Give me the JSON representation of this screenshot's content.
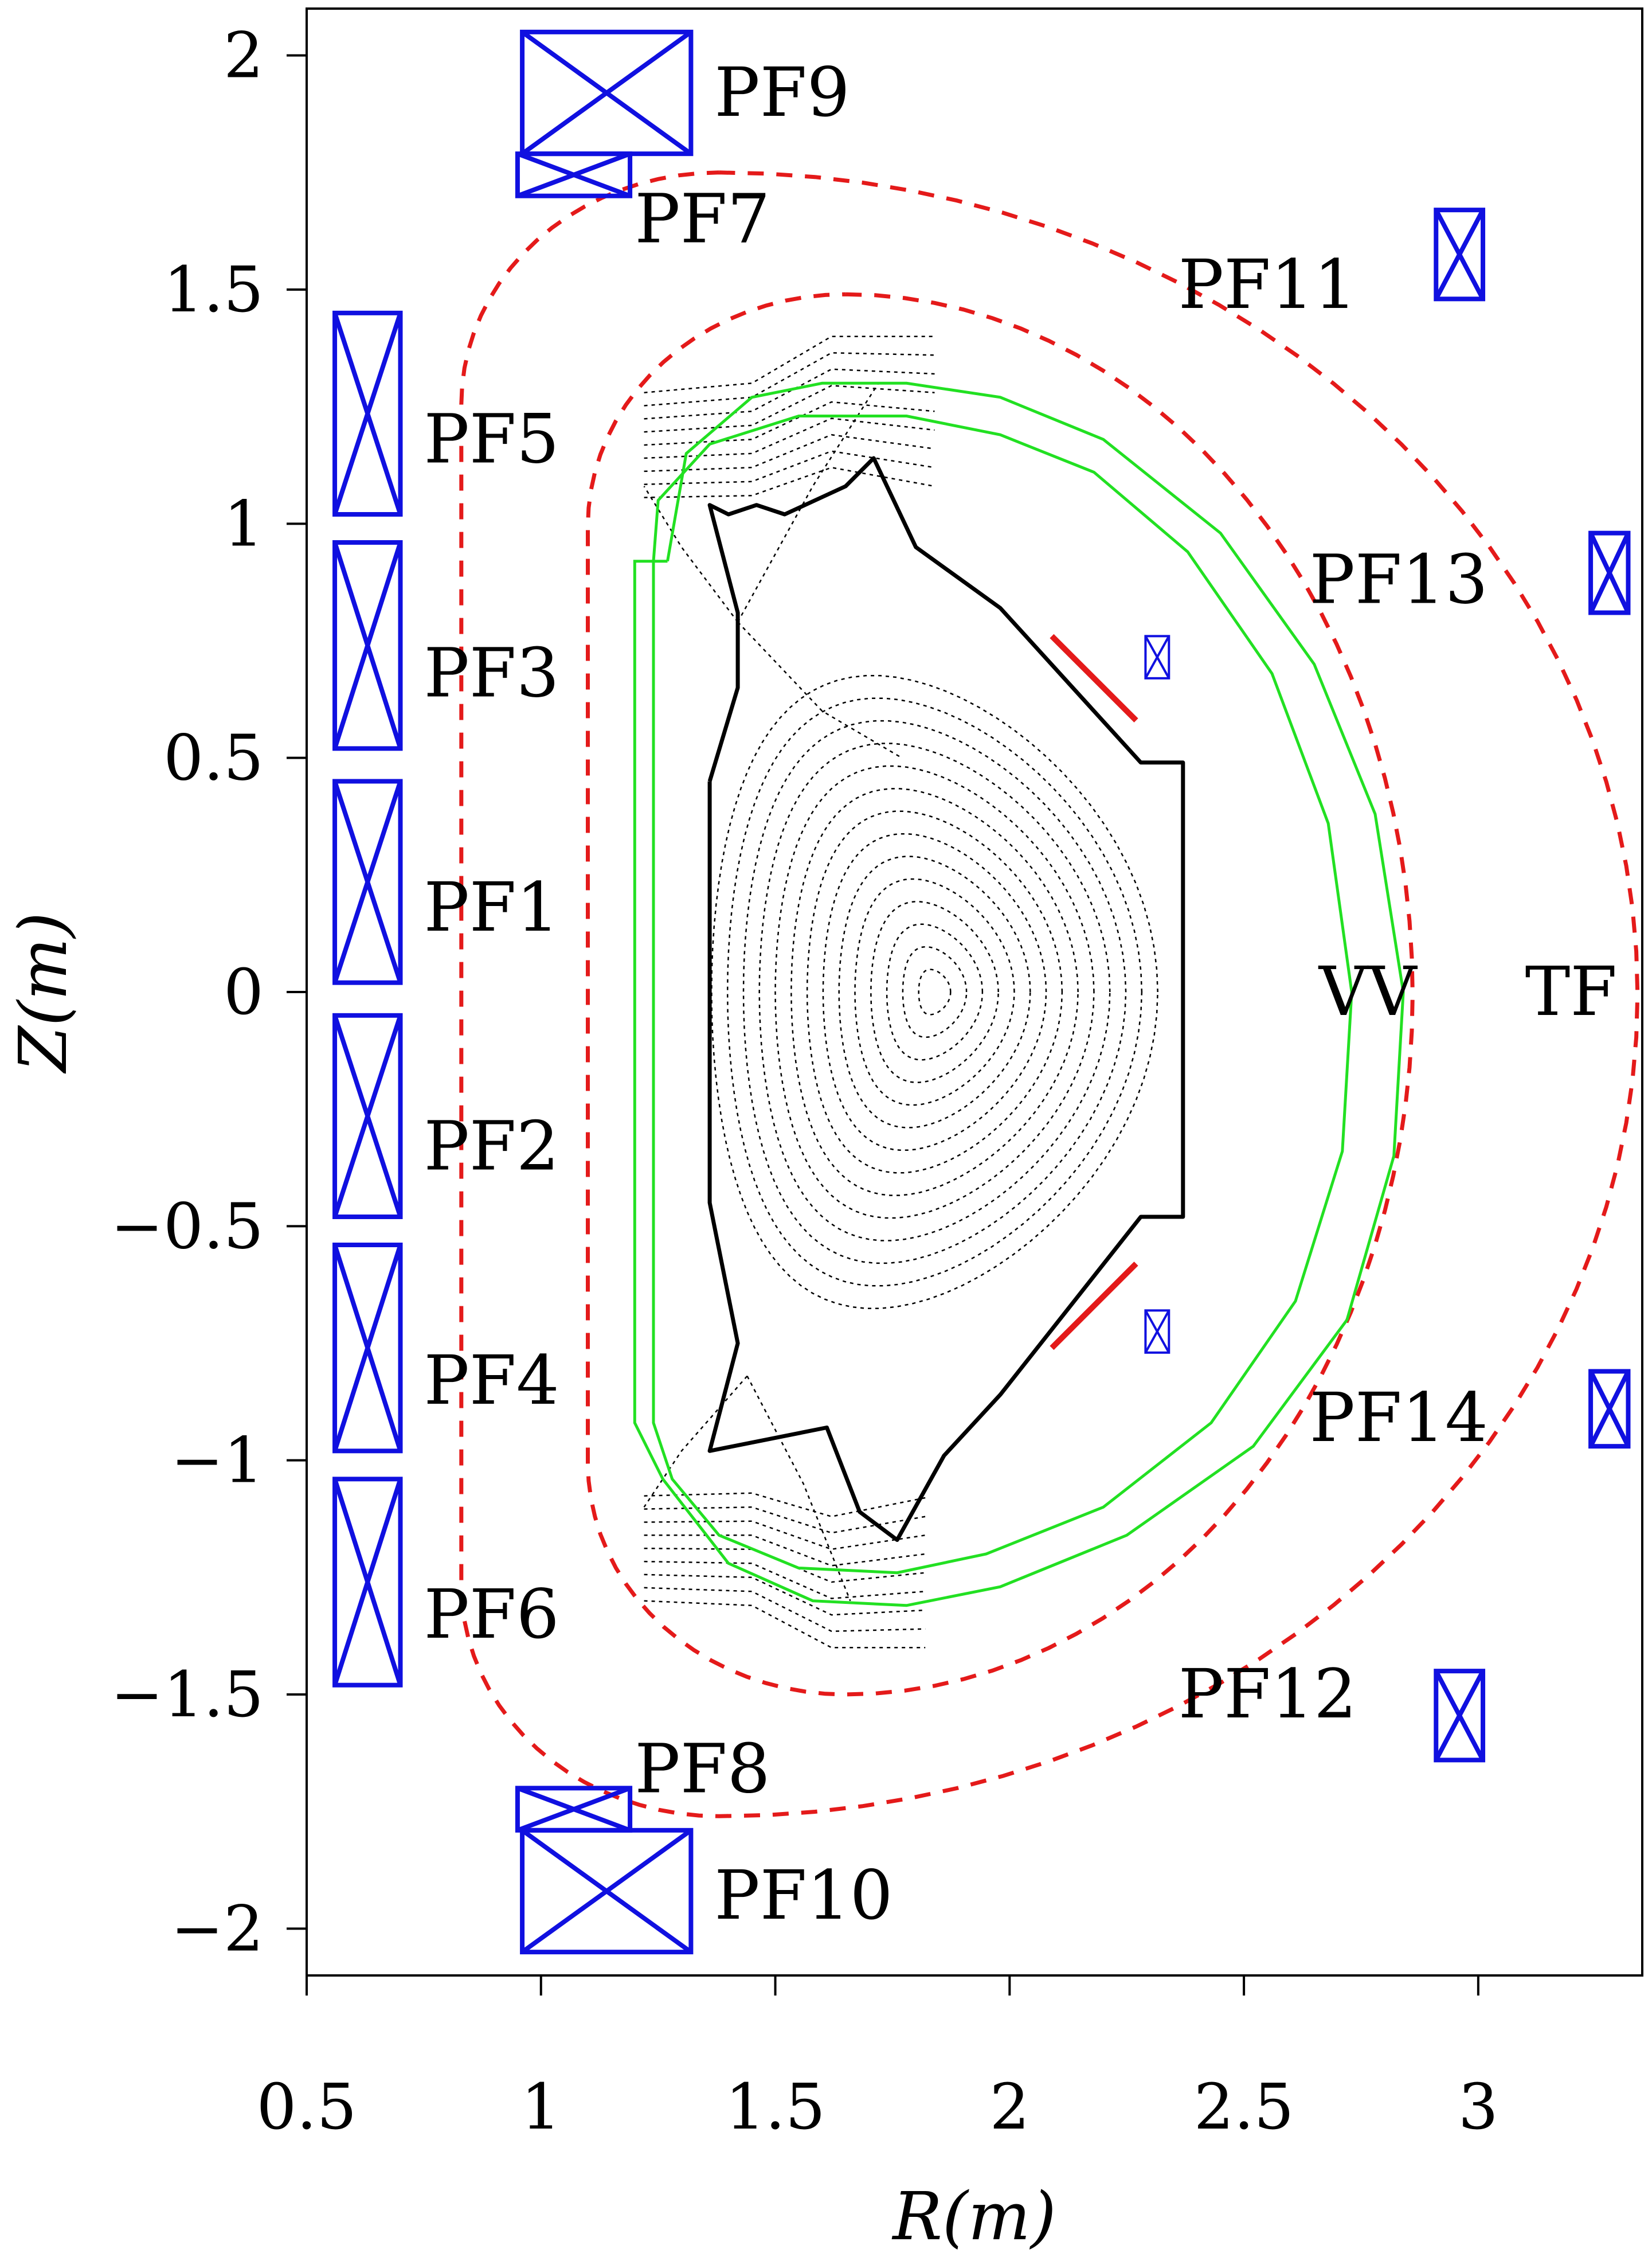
{
  "chart_data": {
    "type": "diagram",
    "xlabel": "R(m)",
    "ylabel": "Z(m)",
    "xlim": [
      0.5,
      3.35
    ],
    "ylim": [
      -2.1,
      2.1
    ],
    "x_ticks": [
      "0.5",
      "1",
      "1.5",
      "2",
      "2.5",
      "3"
    ],
    "y_ticks": [
      "2",
      "1.5",
      "1",
      "0.5",
      "0",
      "−0.5",
      "−1",
      "−1.5",
      "−2"
    ],
    "x_tick_values": [
      0.5,
      1,
      1.5,
      2,
      2.5,
      3
    ],
    "y_tick_values": [
      2,
      1.5,
      1,
      0.5,
      0,
      -0.5,
      -1,
      -1.5,
      -2
    ],
    "colors": {
      "coil": "#1010e0",
      "vessel": "#22e022",
      "tf": "#e41a1a",
      "wall": "#000000",
      "flux": "#000000",
      "passive": "#e41a1a"
    },
    "coils": [
      {
        "name": "PF1",
        "r": [
          0.56,
          0.7
        ],
        "z": [
          0.02,
          0.45
        ]
      },
      {
        "name": "PF2",
        "r": [
          0.56,
          0.7
        ],
        "z": [
          -0.48,
          -0.05
        ]
      },
      {
        "name": "PF3",
        "r": [
          0.56,
          0.7
        ],
        "z": [
          0.52,
          0.96
        ]
      },
      {
        "name": "PF4",
        "r": [
          0.56,
          0.7
        ],
        "z": [
          -0.98,
          -0.54
        ]
      },
      {
        "name": "PF5",
        "r": [
          0.56,
          0.7
        ],
        "z": [
          1.02,
          1.45
        ]
      },
      {
        "name": "PF6",
        "r": [
          0.56,
          0.7
        ],
        "z": [
          -1.48,
          -1.04
        ]
      },
      {
        "name": "PF7",
        "r": [
          0.95,
          1.19
        ],
        "z": [
          1.7,
          1.79
        ]
      },
      {
        "name": "PF8",
        "r": [
          0.95,
          1.19
        ],
        "z": [
          -1.79,
          -1.7
        ]
      },
      {
        "name": "PF9",
        "r": [
          0.96,
          1.32
        ],
        "z": [
          1.79,
          2.05
        ]
      },
      {
        "name": "PF10",
        "r": [
          0.96,
          1.32
        ],
        "z": [
          -2.05,
          -1.79
        ]
      },
      {
        "name": "PF11",
        "r": [
          2.91,
          3.01
        ],
        "z": [
          1.48,
          1.67
        ]
      },
      {
        "name": "PF12",
        "r": [
          2.91,
          3.01
        ],
        "z": [
          -1.64,
          -1.45
        ]
      },
      {
        "name": "PF13",
        "r": [
          3.24,
          3.32
        ],
        "z": [
          0.81,
          0.98
        ]
      },
      {
        "name": "PF14",
        "r": [
          3.24,
          3.32
        ],
        "z": [
          -0.97,
          -0.81
        ]
      }
    ],
    "small_coils": [
      {
        "r": [
          2.29,
          2.34
        ],
        "z": [
          0.67,
          0.76
        ]
      },
      {
        "r": [
          2.29,
          2.34
        ],
        "z": [
          -0.77,
          -0.68
        ]
      }
    ],
    "passive_plates": [
      {
        "r": [
          2.09,
          2.27
        ],
        "z": [
          0.76,
          0.58
        ]
      },
      {
        "r": [
          2.09,
          2.27
        ],
        "z": [
          -0.76,
          -0.58
        ]
      }
    ],
    "labels": {
      "vv": "VV",
      "tf": "TF"
    },
    "coil_labels": [
      {
        "name": "PF9",
        "r": 1.37,
        "z": 1.92
      },
      {
        "name": "PF7",
        "r": 1.2,
        "z": 1.65
      },
      {
        "name": "PF11",
        "r": 2.36,
        "z": 1.51
      },
      {
        "name": "PF5",
        "r": 0.75,
        "z": 1.18
      },
      {
        "name": "PF13",
        "r": 2.64,
        "z": 0.88
      },
      {
        "name": "PF3",
        "r": 0.75,
        "z": 0.68
      },
      {
        "name": "PF1",
        "r": 0.75,
        "z": 0.18
      },
      {
        "name": "PF2",
        "r": 0.75,
        "z": -0.33
      },
      {
        "name": "PF4",
        "r": 0.75,
        "z": -0.83
      },
      {
        "name": "PF14",
        "r": 2.64,
        "z": -0.91
      },
      {
        "name": "PF6",
        "r": 0.75,
        "z": -1.33
      },
      {
        "name": "PF12",
        "r": 2.36,
        "z": -1.5
      },
      {
        "name": "PF8",
        "r": 1.2,
        "z": -1.66
      },
      {
        "name": "PF10",
        "r": 1.37,
        "z": -1.93
      }
    ],
    "tf_outer": {
      "r_in": 0.83,
      "r_out": 3.34,
      "z_top": 1.75,
      "z_bot": -1.76
    },
    "tf_inner": {
      "r_in": 1.1,
      "r_out": 2.86,
      "z_top": 1.49,
      "z_bot": -1.5
    },
    "vessel_outer": [
      [
        1.27,
        0.92
      ],
      [
        1.31,
        1.15
      ],
      [
        1.45,
        1.27
      ],
      [
        1.6,
        1.3
      ],
      [
        1.78,
        1.3
      ],
      [
        1.98,
        1.27
      ],
      [
        2.2,
        1.18
      ],
      [
        2.45,
        0.98
      ],
      [
        2.65,
        0.7
      ],
      [
        2.78,
        0.38
      ],
      [
        2.84,
        0.0
      ],
      [
        2.82,
        -0.35
      ],
      [
        2.72,
        -0.7
      ],
      [
        2.52,
        -0.97
      ],
      [
        2.25,
        -1.16
      ],
      [
        1.98,
        -1.27
      ],
      [
        1.78,
        -1.31
      ],
      [
        1.58,
        -1.3
      ],
      [
        1.4,
        -1.22
      ],
      [
        1.26,
        -1.04
      ],
      [
        1.2,
        -0.92
      ],
      [
        1.2,
        0.92
      ],
      [
        1.27,
        0.92
      ]
    ],
    "vessel_inner": [
      [
        1.24,
        0.92
      ],
      [
        1.25,
        1.05
      ],
      [
        1.36,
        1.17
      ],
      [
        1.55,
        1.23
      ],
      [
        1.78,
        1.23
      ],
      [
        1.98,
        1.19
      ],
      [
        2.18,
        1.11
      ],
      [
        2.38,
        0.94
      ],
      [
        2.56,
        0.68
      ],
      [
        2.68,
        0.36
      ],
      [
        2.73,
        0.0
      ],
      [
        2.71,
        -0.34
      ],
      [
        2.61,
        -0.66
      ],
      [
        2.43,
        -0.92
      ],
      [
        2.2,
        -1.1
      ],
      [
        1.95,
        -1.2
      ],
      [
        1.76,
        -1.24
      ],
      [
        1.55,
        -1.23
      ],
      [
        1.38,
        -1.16
      ],
      [
        1.28,
        -1.04
      ],
      [
        1.24,
        -0.92
      ],
      [
        1.24,
        0.92
      ]
    ],
    "first_wall": [
      [
        1.36,
        0.45
      ],
      [
        1.36,
        -0.45
      ],
      [
        1.42,
        -0.75
      ],
      [
        1.36,
        -0.98
      ],
      [
        1.61,
        -0.93
      ],
      [
        1.68,
        -1.11
      ],
      [
        1.76,
        -1.17
      ],
      [
        1.86,
        -0.99
      ],
      [
        1.98,
        -0.86
      ],
      [
        2.28,
        -0.48
      ],
      [
        2.37,
        -0.48
      ],
      [
        2.37,
        0.49
      ],
      [
        2.28,
        0.49
      ],
      [
        1.98,
        0.82
      ],
      [
        1.8,
        0.95
      ],
      [
        1.71,
        1.14
      ],
      [
        1.65,
        1.08
      ],
      [
        1.52,
        1.02
      ],
      [
        1.46,
        1.04
      ],
      [
        1.4,
        1.02
      ],
      [
        1.36,
        1.04
      ],
      [
        1.42,
        0.81
      ],
      [
        1.42,
        0.65
      ],
      [
        1.36,
        0.45
      ]
    ]
  }
}
